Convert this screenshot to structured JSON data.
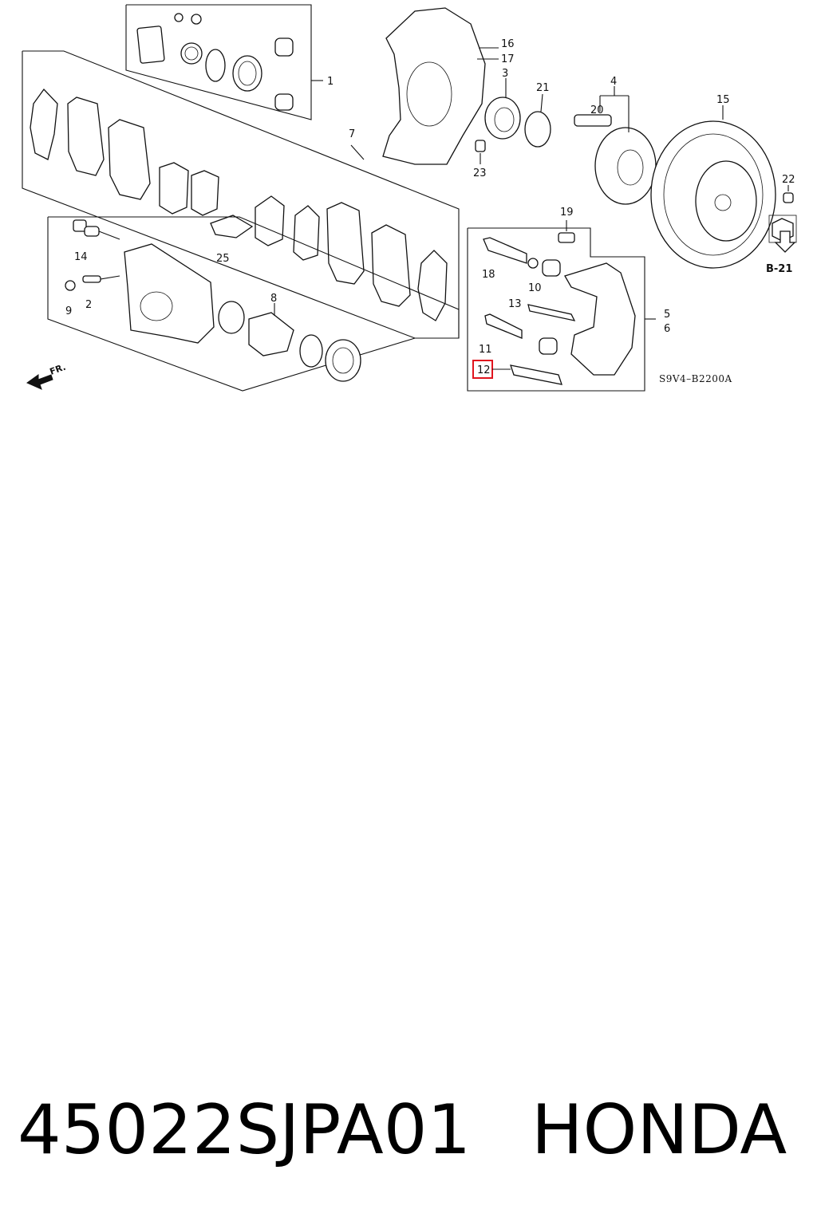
{
  "diagram": {
    "callouts": {
      "c1": "1",
      "c2": "2",
      "c3": "3",
      "c4": "4",
      "c5": "5",
      "c6": "6",
      "c7": "7",
      "c8": "8",
      "c9": "9",
      "c10": "10",
      "c11": "11",
      "c12": "12",
      "c13": "13",
      "c14": "14",
      "c15": "15",
      "c16": "16",
      "c17": "17",
      "c18": "18",
      "c19": "19",
      "c20": "20",
      "c21": "21",
      "c22": "22",
      "c23": "23",
      "c25": "25"
    },
    "highlighted_callout": "12",
    "highlight_color": "#e0141e",
    "ref_label": "B-21",
    "front_label": "FR.",
    "diagram_code": "S9V4–B2200A"
  },
  "caption": {
    "part_number": "45022SJPA01",
    "brand": "HONDA"
  }
}
